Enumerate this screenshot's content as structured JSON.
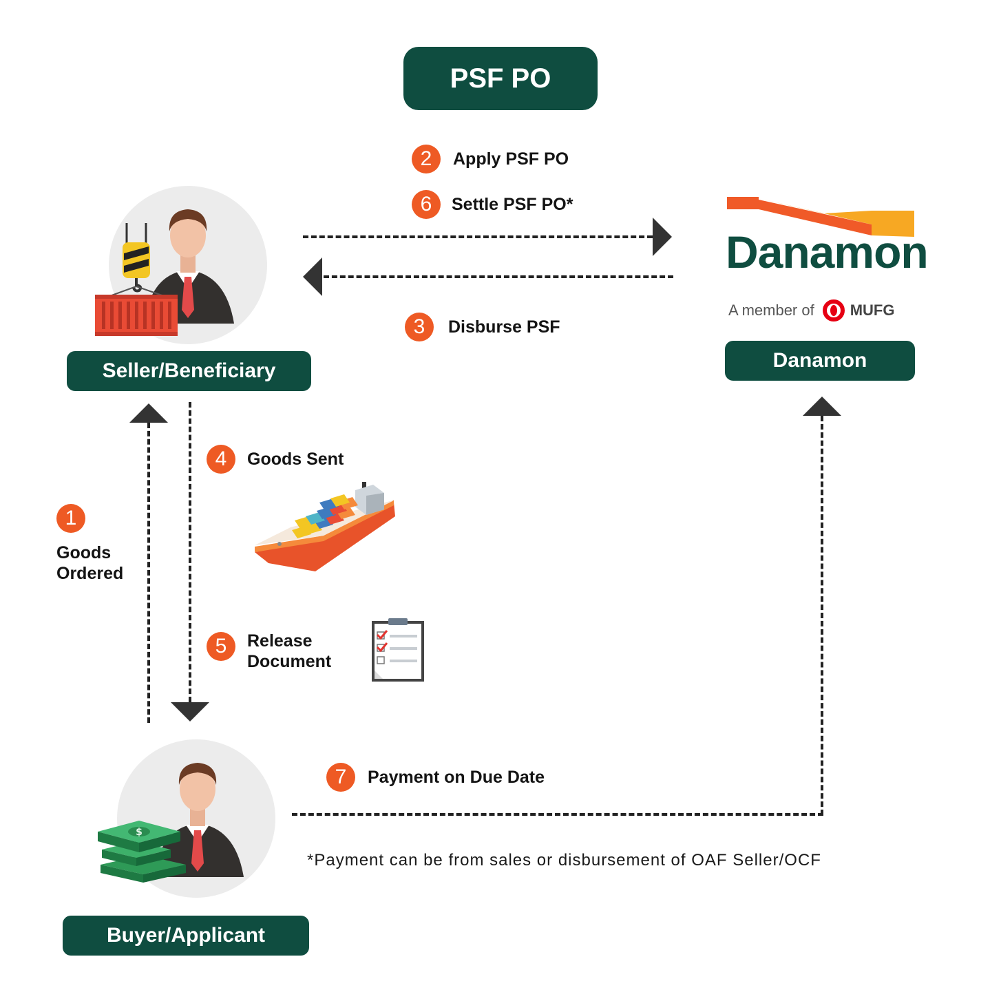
{
  "title": "PSF PO",
  "actors": {
    "seller": "Seller/Beneficiary",
    "bank": "Danamon",
    "buyer": "Buyer/Applicant"
  },
  "logo": {
    "name": "Danamon",
    "tagline_prefix": "A member of",
    "tagline_brand": "MUFG",
    "colors": [
      "#f05a28",
      "#f7a823",
      "#0f4d40",
      "#e60012"
    ]
  },
  "steps": [
    {
      "number": "1",
      "label_line1": "Goods",
      "label_line2": "Ordered"
    },
    {
      "number": "2",
      "label": "Apply PSF PO"
    },
    {
      "number": "3",
      "label": "Disburse PSF"
    },
    {
      "number": "4",
      "label": "Goods Sent"
    },
    {
      "number": "5",
      "label_line1": "Release",
      "label_line2": "Document"
    },
    {
      "number": "6",
      "label": "Settle PSF PO*"
    },
    {
      "number": "7",
      "label": "Payment on Due Date"
    }
  ],
  "footnote": "*Payment can be from sales or disbursement of OAF Seller/OCF",
  "icons": [
    "seller-avatar-icon",
    "container-hook-icon",
    "cargo-ship-icon",
    "checklist-clipboard-icon",
    "buyer-avatar-icon",
    "money-stack-icon",
    "arrow-head-icon"
  ],
  "colors": {
    "primary": "#0f4d40",
    "step": "#ee5a24",
    "arrow": "#333333"
  }
}
